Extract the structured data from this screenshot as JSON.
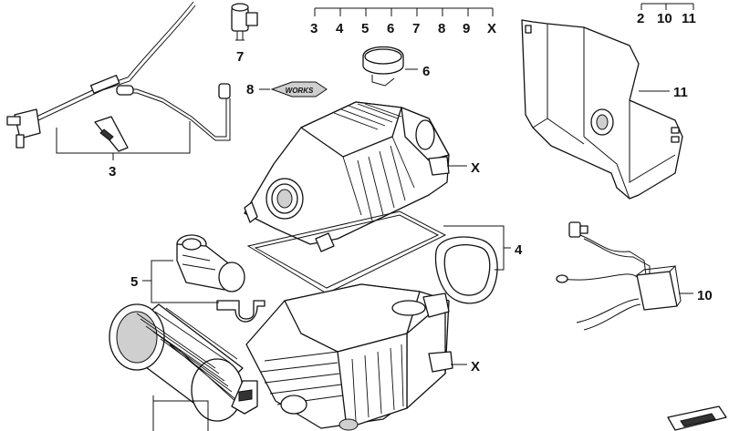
{
  "callouts": {
    "top_row": [
      "3",
      "4",
      "5",
      "6",
      "7",
      "8",
      "9",
      "X"
    ],
    "top_right_row": [
      "2",
      "10",
      "11"
    ],
    "c7": "7",
    "c6": "6",
    "c8": "8",
    "c11": "11",
    "c3": "3",
    "cX_top": "X",
    "c4": "4",
    "c5": "5",
    "c10": "10",
    "cX_bottom": "X"
  },
  "badge_text": "WORKS"
}
